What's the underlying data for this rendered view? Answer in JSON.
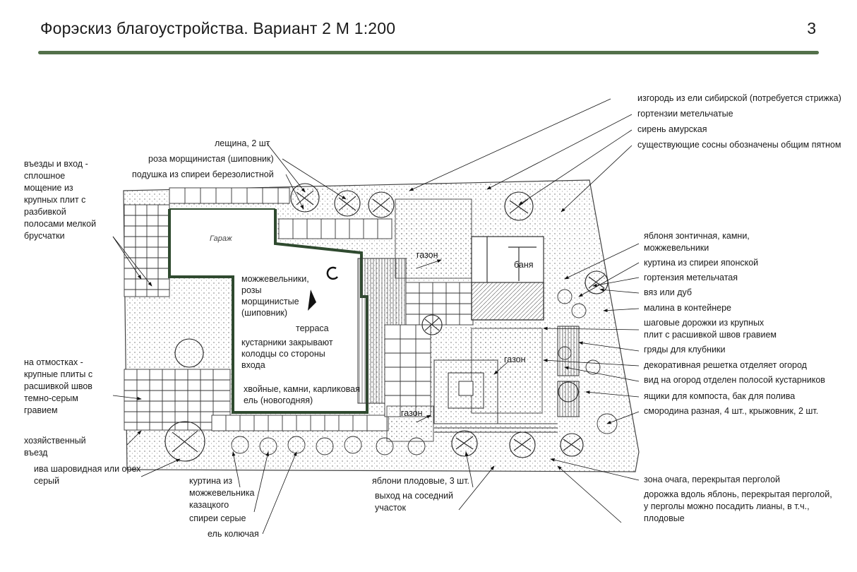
{
  "header": {
    "title": "Форэскиз благоустройства. Вариант 2 М 1:200",
    "page_number": "3"
  },
  "plan_labels": {
    "garage": "Гараж",
    "lawn_1": "газон",
    "bath": "баня",
    "lawn_2": "газон",
    "lawn_3": "газон",
    "terrace_junipers": "можжевельники,\nрозы\nморщинистые\n(шиповник)",
    "terrace": "терраса",
    "shrubs_cover": "кустарники закрывают\nколодцы со стороны\nвхода",
    "conifers": "хвойные, камни, карликовая\nель (новогодняя)"
  },
  "callouts_left": {
    "driveways": "въезды и вход -\nсплошное\nмощение из\nкрупных плит с\nразбивкой\nполосами мелкой\nбрусчатки",
    "blind_area": "на отмостках -\nкрупные плиты с\nрасшивкой швов\nтемно-серым\nгравием",
    "service_entry": "хозяйственный\nвъезд",
    "willow": "ива шаровидная или орех\nсерый"
  },
  "callouts_top": {
    "hazel": "лещина, 2 шт",
    "rose": "роза морщинистая (шиповник)",
    "spirea_pillow": "подушка из спиреи березолистной"
  },
  "callouts_right_top": {
    "hedge": "изгородь из ели сибирской (потребуется стрижка)",
    "hydrangea": "гортензии метельчатые",
    "lilac": "сирень амурская",
    "pines": "существующие сосны обозначены общим пятном"
  },
  "callouts_right": {
    "apple_umbrella": "яблоня зонтичная, камни,\nможжевельники",
    "spirea_japanese": "куртина из спиреи японской",
    "hydrangea_single": "гортензия метельчатая",
    "elm_oak": "вяз или дуб",
    "raspberry": "малина в контейнере",
    "stepping_paths": "шаговые дорожки из крупных\nплит с расшивкой швов гравием",
    "strawberry": "гряды для клубники",
    "decor_grid": "декоративная решетка отделяет огород",
    "garden_view": "вид на огород отделен полосой кустарников",
    "compost": "ящики для компоста, бак для полива",
    "currant": "смородина разная, 4 шт., крыжовник, 2 шт.",
    "hearth": "зона очага, перекрытая перголой",
    "apple_path": "дорожка вдоль яблонь, перекрытая перголой,\nу перголы можно посадить лианы, в т.ч.,\nплодовые"
  },
  "callouts_bottom": {
    "cossack_juniper": "куртина из\nможжевельника\nказацкого",
    "grey_spirea": "спиреи серые",
    "blue_spruce": "ель колючая",
    "apple_trees": "яблони плодовые, 3 шт.",
    "neighbor_exit": "выход на соседний\nучасток"
  },
  "colors": {
    "rule": "#53704a",
    "ink": "#1a1a1a",
    "wall": "#2f4a2f"
  }
}
